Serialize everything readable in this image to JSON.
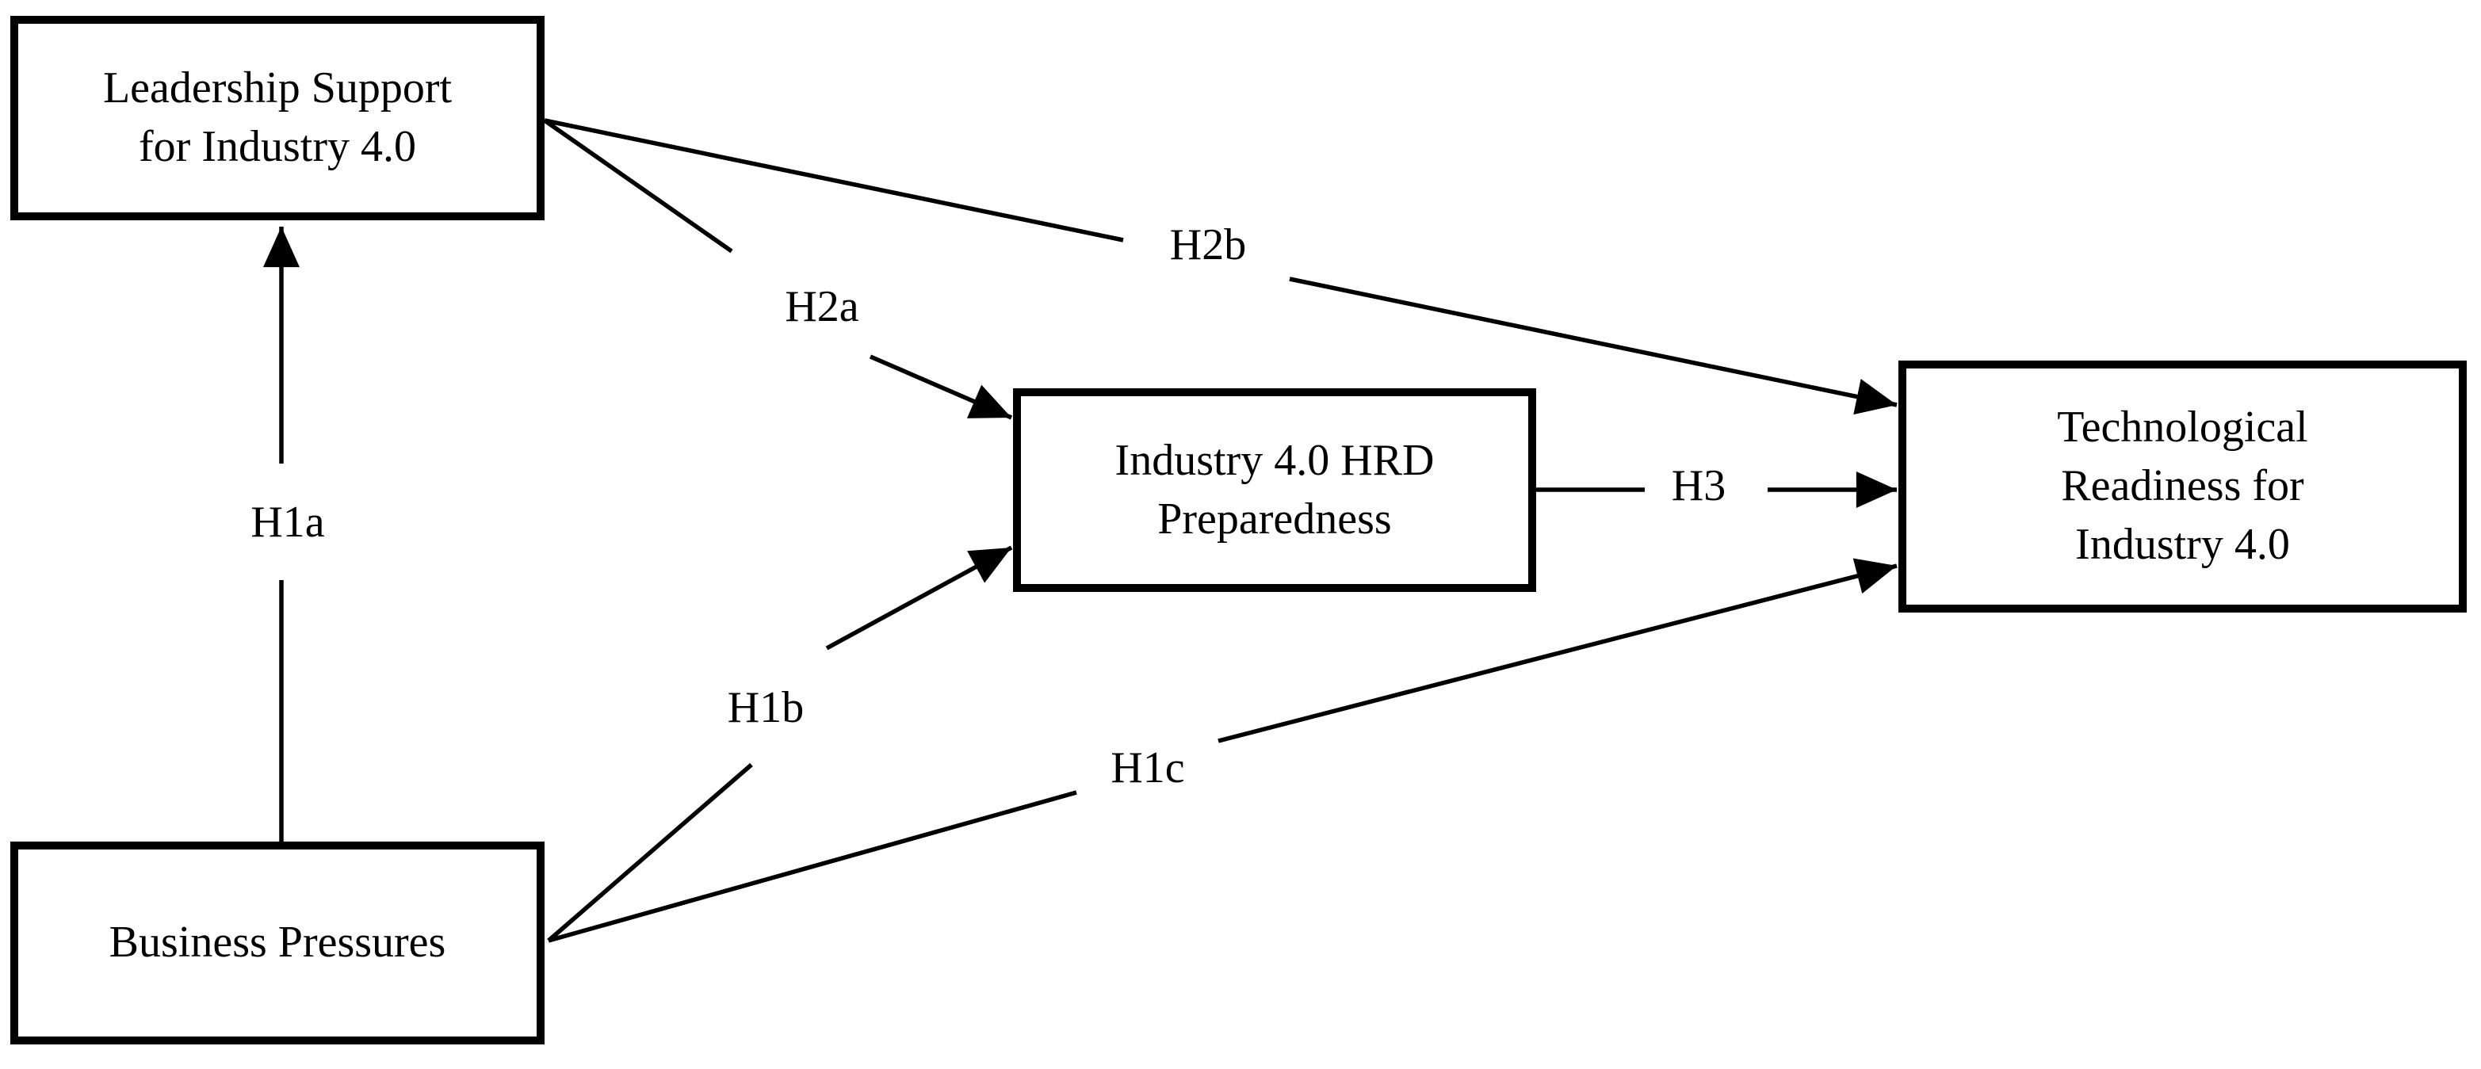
{
  "diagram": {
    "background_color": "#ffffff",
    "stroke_color": "#000000",
    "nodes": [
      {
        "id": "leadership-support",
        "label": "Leadership Support\nfor Industry 4.0"
      },
      {
        "id": "business-pressures",
        "label": "Business Pressures"
      },
      {
        "id": "industry-hrd-preparedness",
        "label": "Industry 4.0 HRD\nPreparedness"
      },
      {
        "id": "technological-readiness",
        "label": "Technological\nReadiness for\nIndustry 4.0"
      }
    ],
    "edges": [
      {
        "id": "h1a",
        "label": "H1a",
        "from": "business-pressures",
        "to": "leadership-support"
      },
      {
        "id": "h1b",
        "label": "H1b",
        "from": "business-pressures",
        "to": "industry-hrd-preparedness"
      },
      {
        "id": "h1c",
        "label": "H1c",
        "from": "business-pressures",
        "to": "technological-readiness"
      },
      {
        "id": "h2a",
        "label": "H2a",
        "from": "leadership-support",
        "to": "industry-hrd-preparedness"
      },
      {
        "id": "h2b",
        "label": "H2b",
        "from": "leadership-support",
        "to": "technological-readiness"
      },
      {
        "id": "h3",
        "label": "H3",
        "from": "industry-hrd-preparedness",
        "to": "technological-readiness"
      }
    ]
  }
}
